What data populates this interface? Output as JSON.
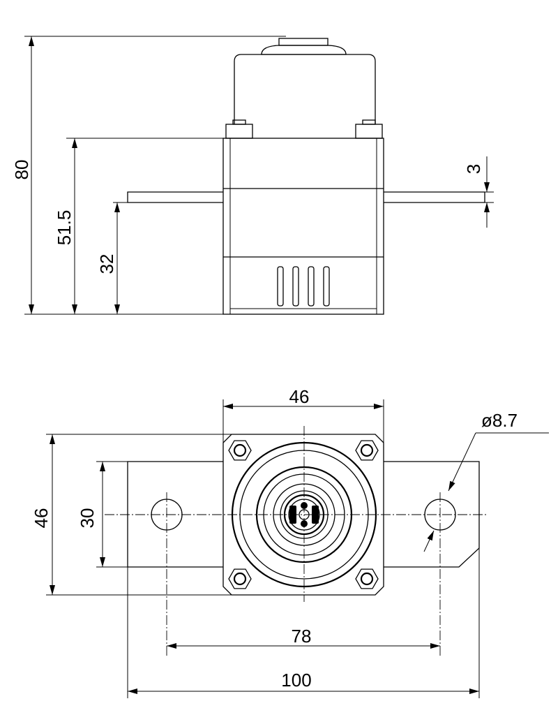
{
  "dimensions": {
    "side_view": {
      "total_height": "80",
      "body_height": "51.5",
      "flange_height": "32",
      "flange_thickness": "3"
    },
    "top_view": {
      "body_width": "46",
      "body_depth": "46",
      "flange_width": "30",
      "hole_diameter": "ø8.7",
      "hole_spacing": "78",
      "flange_length": "100"
    }
  }
}
